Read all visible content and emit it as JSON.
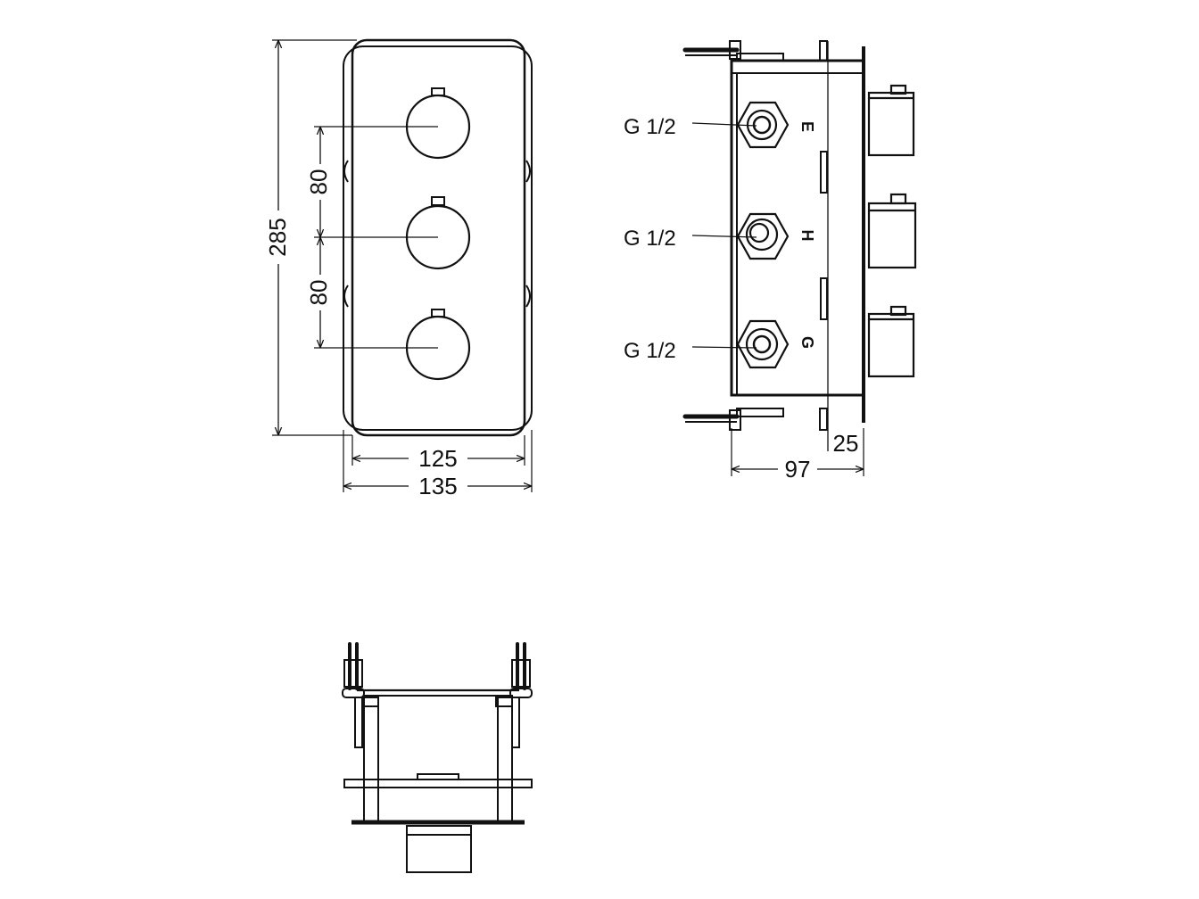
{
  "front_view": {
    "dimensions": {
      "overall_height": "285",
      "knob_spacing_upper": "80",
      "knob_spacing_lower": "80",
      "plate_width": "125",
      "box_width": "135"
    }
  },
  "side_view": {
    "ports": [
      {
        "thread": "G 1/2",
        "letter": "E"
      },
      {
        "thread": "G 1/2",
        "letter": "H"
      },
      {
        "thread": "G 1/2",
        "letter": "G"
      }
    ],
    "dimensions": {
      "depth": "97",
      "plate_offset": "25"
    }
  },
  "colors": {
    "line": "#111111",
    "background": "#ffffff"
  }
}
